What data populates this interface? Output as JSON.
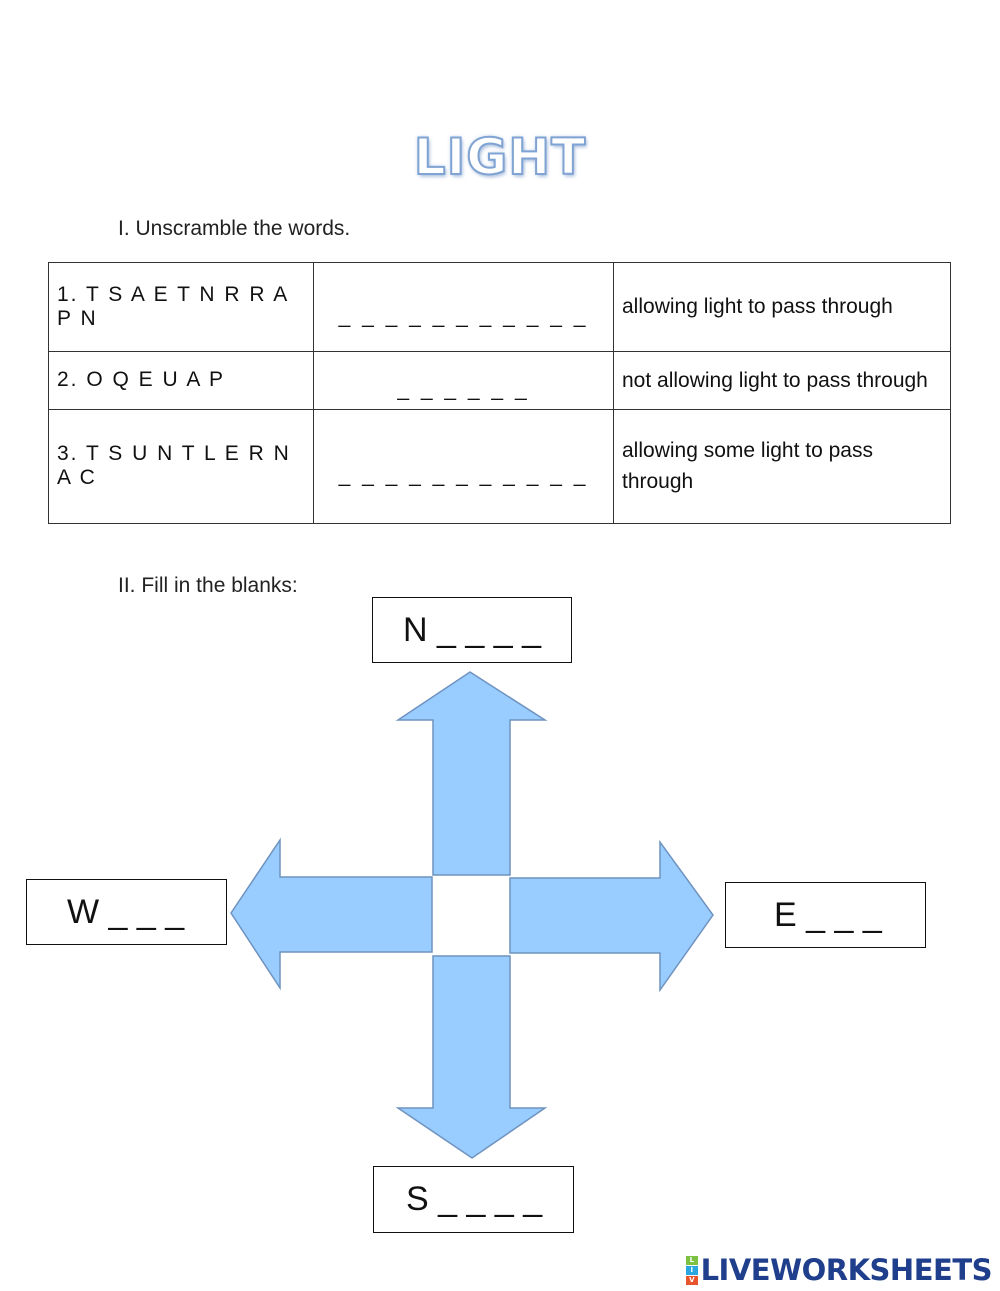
{
  "title": "LIGHT",
  "section1": {
    "heading": "I. Unscramble the words.",
    "rows": [
      {
        "scrambled": "1. T S A E T N R R A P N",
        "blank": "_ _ _ _ _ _ _ _ _ _ _",
        "definition": "allowing light to pass through"
      },
      {
        "scrambled": "2. O Q E U A P",
        "blank": "_ _ _ _ _ _",
        "definition": "not allowing light to pass through"
      },
      {
        "scrambled": "3. T S U N T L E R N A C",
        "blank": "_ _ _ _ _ _ _ _ _ _ _",
        "definition": "allowing some light to pass through"
      }
    ]
  },
  "section2": {
    "heading": "II. Fill in the blanks:",
    "north": "N _ _ _ _",
    "west": "W _ _ _",
    "east": "E _ _ _",
    "south": "S _ _ _ _"
  },
  "colors": {
    "arrow_fill": "#99ccff",
    "arrow_stroke": "#6f93bf",
    "title_outline": "#7fa3d2",
    "brand": "#1f3e8c"
  },
  "footer": {
    "brand": "LIVEWORKSHEETS",
    "logo_letters": [
      "L",
      "I",
      "V"
    ]
  }
}
